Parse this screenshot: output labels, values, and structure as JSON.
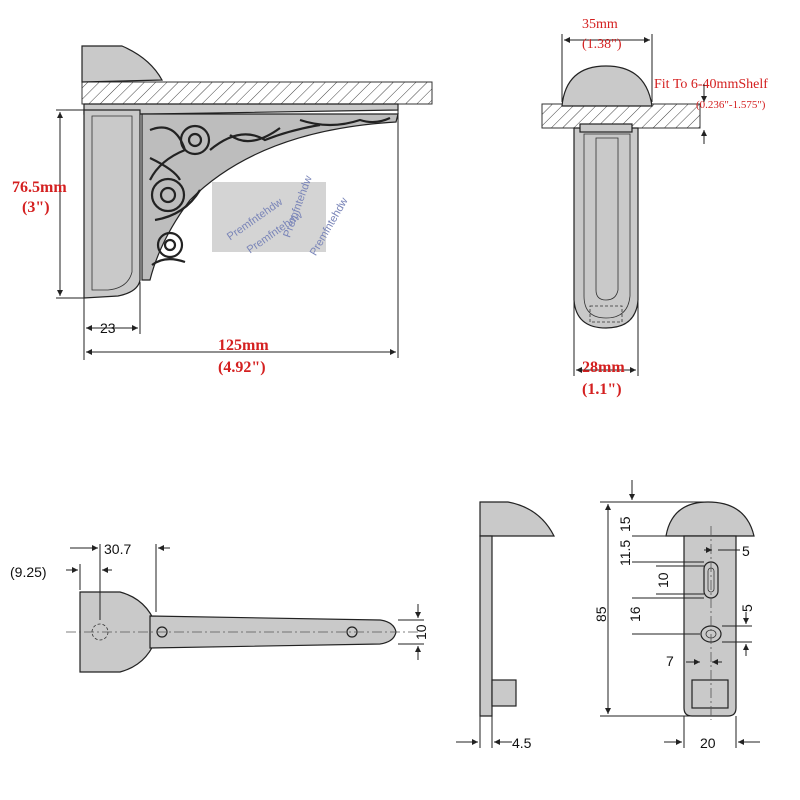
{
  "side_view": {
    "height_mm": "76.5mm",
    "height_in": "(3\")",
    "lip_dim": "23",
    "length_mm": "125mm",
    "length_in": "(4.92\")"
  },
  "watermark": {
    "lines": [
      "Premfntehdw",
      "Premfntehdw",
      "Premfntehdw",
      "Premfntehdw"
    ]
  },
  "end_view": {
    "cap_width_mm": "35mm",
    "cap_width_in": "(1.38\")",
    "fit_label": "Fit To 6-40mmShelf",
    "fit_range": "(0.236\"-1.575\")",
    "base_width_mm": "28mm",
    "base_width_in": "(1.1\")"
  },
  "top_view": {
    "offset_small": "(9.25)",
    "offset_large": "30.7",
    "arm_width": "10"
  },
  "profile_view": {
    "thickness": "4.5"
  },
  "back_view": {
    "overall_height": "85",
    "cap_height": "15",
    "slot_offset": "11.5",
    "slot_length": "10",
    "slot_width": "5",
    "hole_spacing": "16",
    "hole_width": "5",
    "hole_offset": "7",
    "base_width": "20"
  },
  "colors": {
    "dimension_red": "#d42020",
    "part_fill": "#c9c9c9"
  }
}
